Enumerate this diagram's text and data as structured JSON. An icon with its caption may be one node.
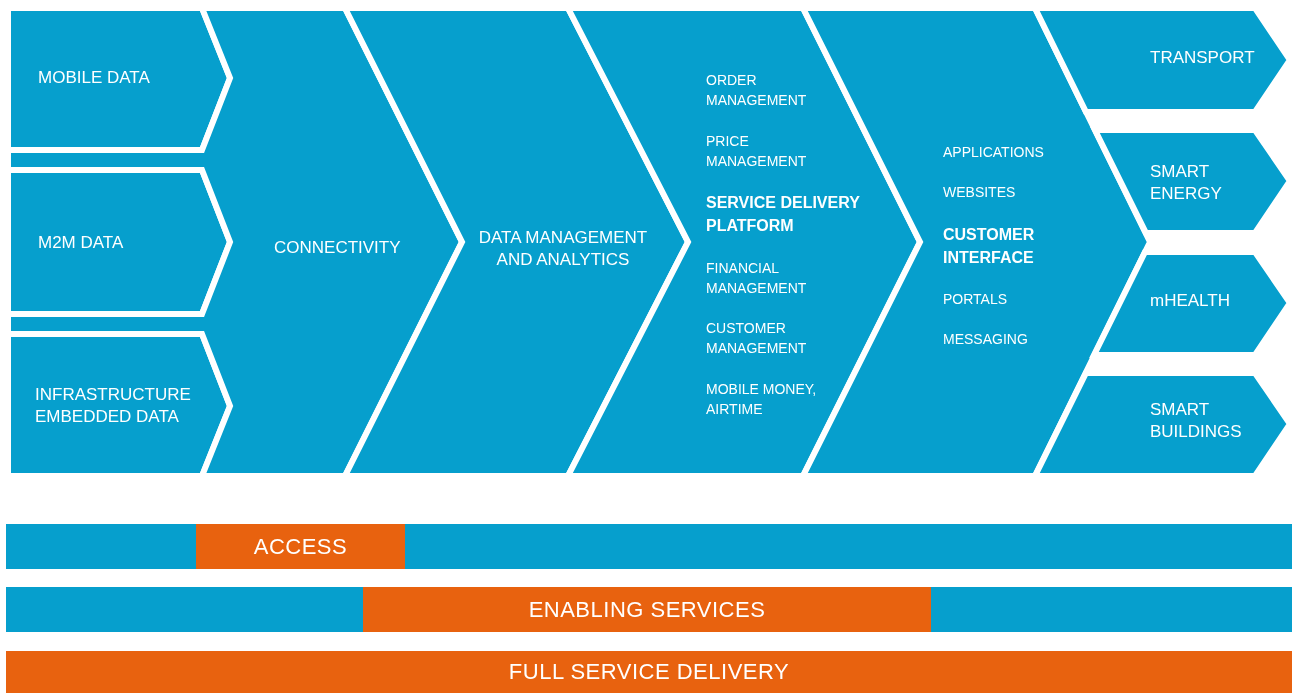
{
  "diagram": {
    "nodes": [
      {
        "text": [
          "MOBILE DATA"
        ]
      },
      {
        "text": [
          "M2M DATA"
        ]
      },
      {
        "text": [
          "INFRASTRUCTURE EMBEDDED DATA"
        ]
      },
      {
        "text": [
          "CONNECTIVITY"
        ]
      },
      {
        "text": [
          "DATA MANAGEMENT AND ANALYTICS"
        ]
      },
      {
        "text": [
          "ORDER MANAGEMENT",
          "PRICE MANAGEMENT",
          "SERVICE DELIVERY PLATFORM",
          "FINANCIAL MANAGEMENT",
          "CUSTOMER MANAGEMENT",
          "MOBILE MONEY, AIRTIME"
        ]
      },
      {
        "text": [
          "APPLICATIONS",
          "WEBSITES",
          "CUSTOMER INTERFACE",
          "PORTALS",
          "MESSAGING"
        ]
      },
      {
        "text": [
          "TRANSPORT"
        ]
      },
      {
        "text": [
          "SMART ENERGY"
        ]
      },
      {
        "text": [
          "mHEALTH"
        ]
      },
      {
        "text": [
          "SMART BUILDINGS"
        ]
      },
      {
        "text": [],
        "shape": "bar"
      },
      {
        "text": [
          "ACCESS"
        ],
        "in": 11
      },
      {
        "text": [],
        "shape": "bar"
      },
      {
        "text": [
          "ENABLING SERVICES"
        ],
        "in": 13
      },
      {
        "text": [
          "FULL SERVICE DELIVERY"
        ]
      }
    ]
  }
}
